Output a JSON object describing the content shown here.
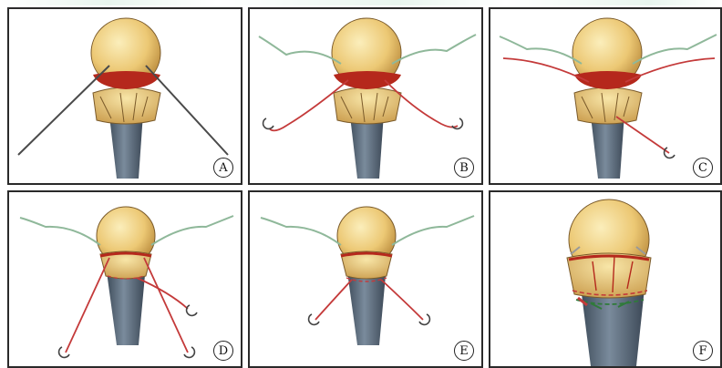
{
  "figure": {
    "panels": [
      {
        "label": "A"
      },
      {
        "label": "B"
      },
      {
        "label": "C"
      },
      {
        "label": "D"
      },
      {
        "label": "E"
      },
      {
        "label": "F"
      }
    ]
  },
  "colors": {
    "frame": "#2a2a2a",
    "bone_head": "#f0d58a",
    "bone_shaft": "#56687a",
    "fracture": "#b5281c",
    "suture_red": "#c43a3a",
    "suture_green": "#8fb89a",
    "kwire": "#4a4a4a",
    "repair_green": "#2f7a3a"
  }
}
